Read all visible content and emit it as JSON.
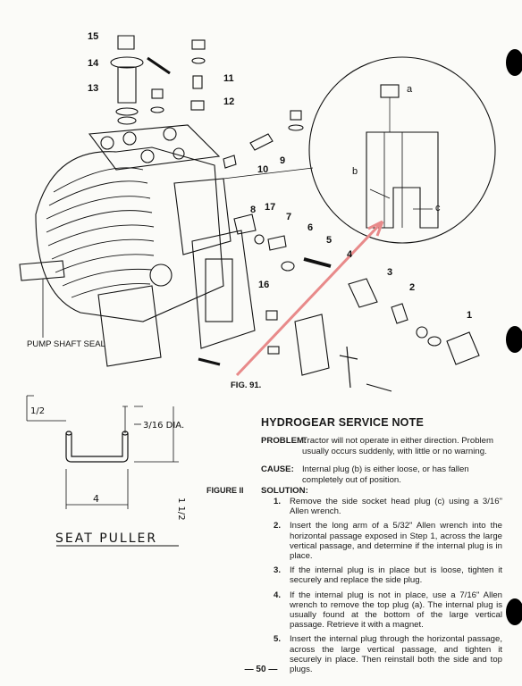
{
  "figure91": {
    "caption": "FIG. 91.",
    "callouts": [
      "1",
      "2",
      "3",
      "4",
      "5",
      "6",
      "7",
      "8",
      "9",
      "10",
      "11",
      "12",
      "13",
      "14",
      "15",
      "16",
      "17"
    ],
    "inset_callouts": [
      "a",
      "b",
      "c"
    ],
    "pump_label": "PUMP SHAFT SEAL"
  },
  "seat_puller": {
    "title": "SEAT PULLER",
    "dim_top": "1/2",
    "dim_dia": "3/16 DIA.",
    "dim_length": "4",
    "dim_height": "1 1/2"
  },
  "figure2_label": "FIGURE II",
  "note": {
    "title": "HYDROGEAR SERVICE NOTE",
    "problem_label": "PROBLEM:",
    "problem_text": "Tractor will not operate in either direction. Problem usually occurs suddenly, with little or no warning.",
    "cause_label": "CAUSE:",
    "cause_text": "Internal plug (b) is either loose, or has fallen completely out of position.",
    "solution_label": "SOLUTION:",
    "steps": [
      {
        "num": "1.",
        "text": "Remove the side socket head plug (c) using a 3/16\" Allen wrench."
      },
      {
        "num": "2.",
        "text": "Insert the long arm of a 5/32\" Allen wrench into the horizontal passage exposed in Step 1, across the large vertical passage, and determine if the internal plug is in place."
      },
      {
        "num": "3.",
        "text": "If the internal plug is in place but is loose, tighten it securely and replace the side plug."
      },
      {
        "num": "4.",
        "text": "If the internal plug is not in place, use a 7/16\" Allen wrench to remove the top plug (a). The internal plug is usually found at the bottom of the large vertical passage. Retrieve it with a magnet."
      },
      {
        "num": "5.",
        "text": "Insert the internal plug through the horizontal passage, across the large vertical passage, and tighten it securely in place. Then reinstall both the side and top plugs."
      }
    ]
  },
  "page_number": "— 50 —",
  "colors": {
    "ink": "#1a1a1a",
    "arrow": "#e88a8a",
    "paper": "#fbfbf8"
  }
}
